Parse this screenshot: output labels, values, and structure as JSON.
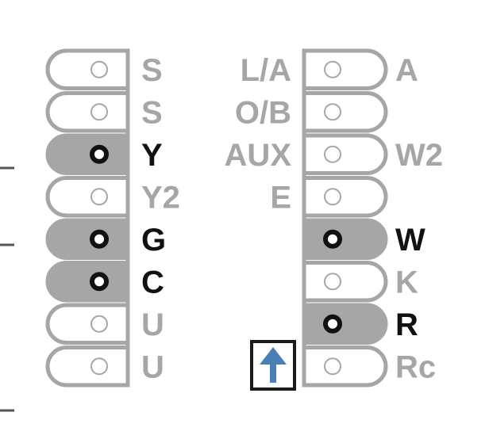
{
  "colors": {
    "outline": "#a6a6a6",
    "active_fill": "#a6a6a6",
    "active_text": "#111111",
    "inactive_text": "#a6a6a6",
    "dot_active": "#111111",
    "dot_inactive": "#a6a6a6",
    "arrow": "#4a7fb5",
    "arrow_box": "#1a1a1a"
  },
  "left_terminals": [
    {
      "label": "S",
      "active": false
    },
    {
      "label": "S",
      "active": false
    },
    {
      "label": "Y",
      "active": true
    },
    {
      "label": "Y2",
      "active": false
    },
    {
      "label": "G",
      "active": true
    },
    {
      "label": "C",
      "active": true
    },
    {
      "label": "U",
      "active": false
    },
    {
      "label": "U",
      "active": false
    }
  ],
  "right_terminals": [
    {
      "inner_label": "L/A",
      "outer_label": "A",
      "active": false
    },
    {
      "inner_label": "O/B",
      "outer_label": "",
      "active": false
    },
    {
      "inner_label": "AUX",
      "outer_label": "W2",
      "active": false
    },
    {
      "inner_label": "E",
      "outer_label": "",
      "active": false
    },
    {
      "inner_label": "",
      "outer_label": "W",
      "active": true
    },
    {
      "inner_label": "",
      "outer_label": "K",
      "active": false
    },
    {
      "inner_label": "",
      "outer_label": "R",
      "active": true
    },
    {
      "inner_label": "",
      "outer_label": "Rc",
      "active": false
    }
  ],
  "release_button": {
    "icon": "arrow-up-icon"
  }
}
